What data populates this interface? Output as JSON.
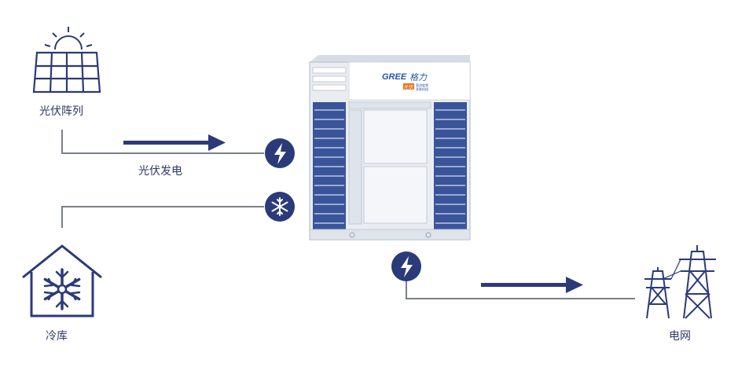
{
  "labels": {
    "pv_array": "光伏阵列",
    "pv_generation": "光伏发电",
    "cold_storage": "冷库",
    "grid": "电网"
  },
  "unit": {
    "brand": "GREE",
    "series": "格力",
    "badge": "光伏",
    "badge_sub1": "直流变频",
    "badge_sub2": "多联机组"
  },
  "colors": {
    "navy": "#2b3a78",
    "line": "#7a7f8c",
    "unit_body": "#e9edf2",
    "unit_panel": "#3a5499",
    "brand_blue": "#2456a8",
    "badge_orange": "#e8721c"
  },
  "icons": [
    "sun-icon",
    "solar-panel-icon",
    "bolt-icon",
    "snowflake-icon",
    "house-snowflake-icon",
    "power-tower-icon",
    "arrow-right-icon"
  ]
}
